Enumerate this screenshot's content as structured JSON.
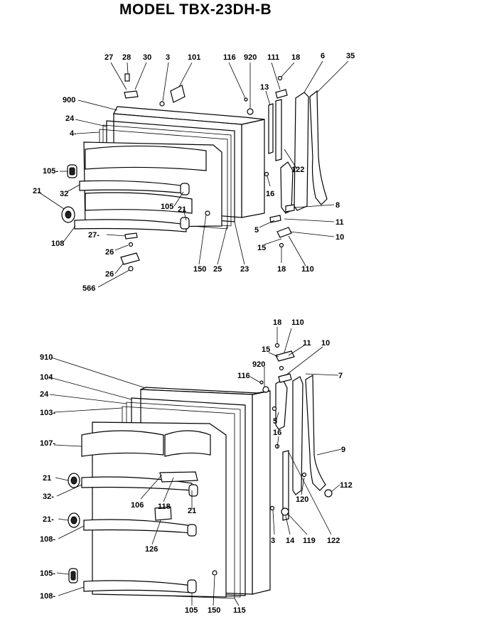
{
  "title": "MODEL TBX-23DH-B",
  "upper_callouts": [
    {
      "name": "callout-27-top",
      "text": "27"
    },
    {
      "name": "callout-28",
      "text": "28"
    },
    {
      "name": "callout-30",
      "text": "30"
    },
    {
      "name": "callout-3-top",
      "text": "3"
    },
    {
      "name": "callout-101",
      "text": "101"
    },
    {
      "name": "callout-116-top",
      "text": "116"
    },
    {
      "name": "callout-920-top",
      "text": "920"
    },
    {
      "name": "callout-111",
      "text": "111"
    },
    {
      "name": "callout-18-top",
      "text": "18"
    },
    {
      "name": "callout-6",
      "text": "6"
    },
    {
      "name": "callout-35",
      "text": "35"
    },
    {
      "name": "callout-900",
      "text": "900"
    },
    {
      "name": "callout-24-top",
      "text": "24"
    },
    {
      "name": "callout-4",
      "text": "4-"
    },
    {
      "name": "callout-13",
      "text": "13"
    },
    {
      "name": "callout-105-top-left",
      "text": "105-"
    },
    {
      "name": "callout-21-top",
      "text": "21"
    },
    {
      "name": "callout-32-top",
      "text": "32"
    },
    {
      "name": "callout-122-top",
      "text": "122"
    },
    {
      "name": "callout-16-top",
      "text": "16"
    },
    {
      "name": "callout-8",
      "text": "8"
    },
    {
      "name": "callout-105-top-mid",
      "text": "105"
    },
    {
      "name": "callout-21-top-mid",
      "text": "21"
    },
    {
      "name": "callout-11-top",
      "text": "11"
    },
    {
      "name": "callout-5-top",
      "text": "5"
    },
    {
      "name": "callout-10-top",
      "text": "10"
    },
    {
      "name": "callout-108-top",
      "text": "108"
    },
    {
      "name": "callout-27-mid",
      "text": "27-"
    },
    {
      "name": "callout-15-top",
      "text": "15"
    },
    {
      "name": "callout-26-a",
      "text": "26"
    },
    {
      "name": "callout-18-mid",
      "text": "18"
    },
    {
      "name": "callout-110-top",
      "text": "110"
    },
    {
      "name": "callout-150-top",
      "text": "150"
    },
    {
      "name": "callout-25",
      "text": "25"
    },
    {
      "name": "callout-23",
      "text": "23"
    },
    {
      "name": "callout-26-b",
      "text": "26"
    },
    {
      "name": "callout-566",
      "text": "566"
    }
  ],
  "lower_callouts": [
    {
      "name": "callout-18-low",
      "text": "18"
    },
    {
      "name": "callout-110-low",
      "text": "110"
    },
    {
      "name": "callout-15-low",
      "text": "15"
    },
    {
      "name": "callout-11-low",
      "text": "11"
    },
    {
      "name": "callout-10-low",
      "text": "10"
    },
    {
      "name": "callout-910",
      "text": "910"
    },
    {
      "name": "callout-920-low",
      "text": "920"
    },
    {
      "name": "callout-116-low",
      "text": "116"
    },
    {
      "name": "callout-7",
      "text": "7"
    },
    {
      "name": "callout-104",
      "text": "104"
    },
    {
      "name": "callout-24-low",
      "text": "24"
    },
    {
      "name": "callout-103",
      "text": "103-"
    },
    {
      "name": "callout-5-low",
      "text": "5"
    },
    {
      "name": "callout-16-low",
      "text": "16"
    },
    {
      "name": "callout-107",
      "text": "107-"
    },
    {
      "name": "callout-9",
      "text": "9"
    },
    {
      "name": "callout-21-low-a",
      "text": "21"
    },
    {
      "name": "callout-112",
      "text": "112"
    },
    {
      "name": "callout-32-low",
      "text": "32-"
    },
    {
      "name": "callout-120",
      "text": "120"
    },
    {
      "name": "callout-106",
      "text": "106"
    },
    {
      "name": "callout-118",
      "text": "118"
    },
    {
      "name": "callout-21-low-mid",
      "text": "21"
    },
    {
      "name": "callout-21-low-b",
      "text": "21-"
    },
    {
      "name": "callout-3-low",
      "text": "3"
    },
    {
      "name": "callout-14",
      "text": "14"
    },
    {
      "name": "callout-119",
      "text": "119"
    },
    {
      "name": "callout-122-low",
      "text": "122"
    },
    {
      "name": "callout-108-low-a",
      "text": "108-"
    },
    {
      "name": "callout-126",
      "text": "126"
    },
    {
      "name": "callout-105-low-left",
      "text": "105-"
    },
    {
      "name": "callout-108-low-b",
      "text": "108-"
    },
    {
      "name": "callout-105-low-bottom",
      "text": "105"
    },
    {
      "name": "callout-150-low",
      "text": "150"
    },
    {
      "name": "callout-115",
      "text": "115"
    }
  ]
}
